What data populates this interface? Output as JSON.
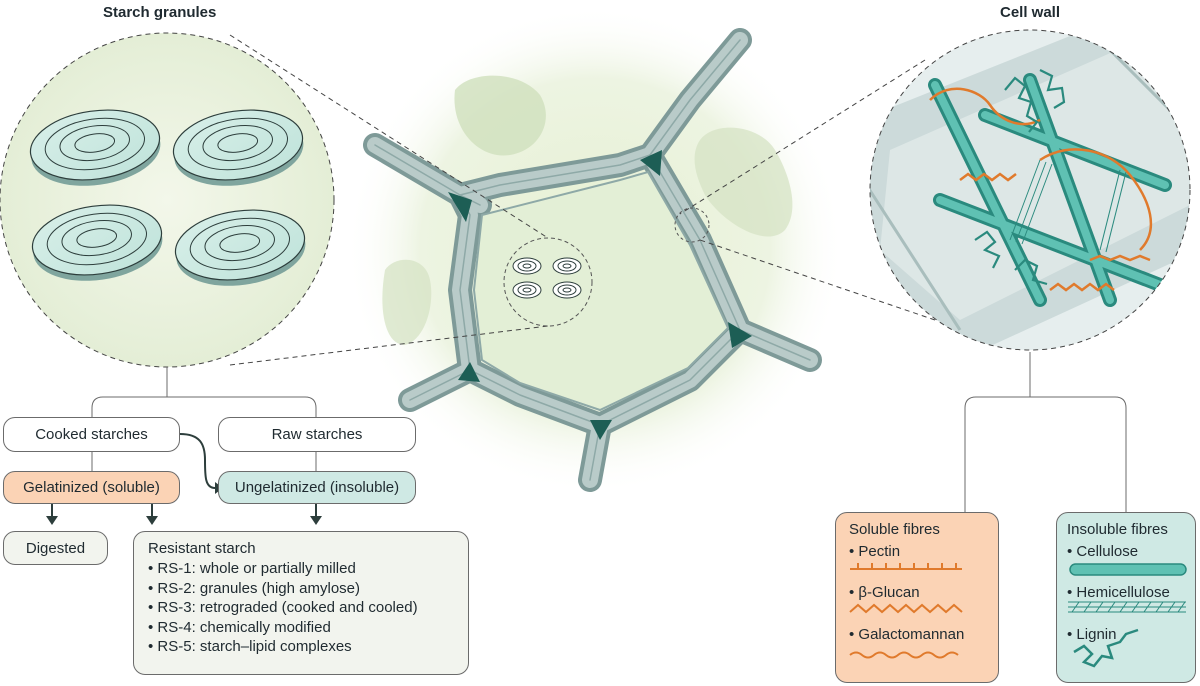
{
  "titles": {
    "starch_granules": "Starch granules",
    "cell_wall": "Cell wall"
  },
  "starch": {
    "cooked": "Cooked starches",
    "raw": "Raw starches",
    "gelatinized": "Gelatinized (soluble)",
    "ungelatinized": "Ungelatinized (insoluble)",
    "digested": "Digested",
    "resistant_title": "Resistant starch",
    "resistant_items": [
      "RS-1: whole or partially milled",
      "RS-2: granules (high amylose)",
      "RS-3: retrograded (cooked and cooled)",
      "RS-4: chemically modified",
      "RS-5: starch–lipid complexes"
    ]
  },
  "fibres": {
    "soluble_title": "Soluble fibres",
    "soluble_items": [
      "Pectin",
      "β-Glucan",
      "Galactomannan"
    ],
    "insoluble_title": "Insoluble fibres",
    "insoluble_items": [
      "Cellulose",
      "Hemicellulose",
      "Lignin"
    ]
  },
  "colors": {
    "wall": "#a8bdbb",
    "wall_dark": "#1d5e55",
    "cell_fill": "#e3efd6",
    "fibre_teal": "#3aa89b",
    "fibre_orange": "#e07a2c",
    "soluble_bg": "#fbd3b5",
    "insoluble_bg": "#cfe9e4"
  }
}
